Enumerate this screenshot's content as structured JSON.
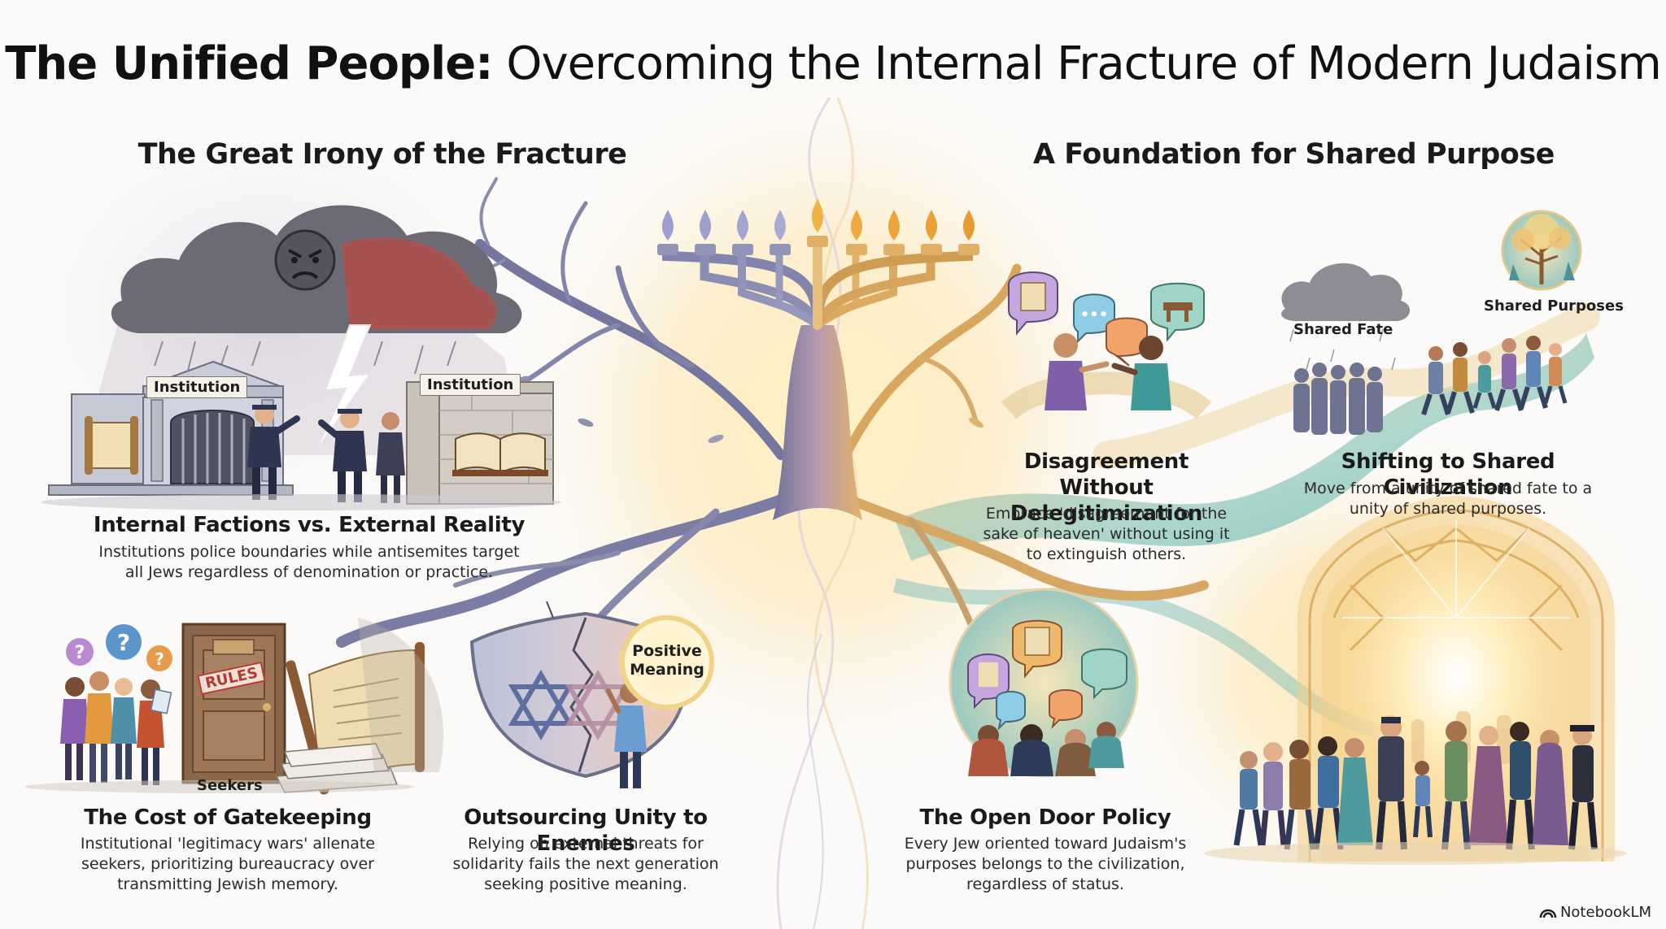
{
  "title": {
    "bold": "The Unified People:",
    "rest": " Overcoming the Internal Fracture of Modern Judaism"
  },
  "left_section": {
    "title": "The Great Irony of the Fracture",
    "institution_label_1": "Institution",
    "institution_label_2": "Institution",
    "factions": {
      "heading": "Internal Factions vs. External Reality",
      "body": "Institutions police boundaries while antisemites target all Jews regardless of denomination or practice."
    },
    "gatekeeping": {
      "rules_label": "RULES",
      "seekers_label": "Seekers",
      "heading": "The Cost of Gatekeeping",
      "body": "Institutional 'legitimacy wars' allenate seekers, prioritizing bureaucracy over transmitting Jewish memory."
    },
    "outsourcing": {
      "bubble": "Positive Meaning",
      "heading": "Outsourcing Unity to Enemies",
      "body": "Relying on external threats for solidarity fails the next generation seeking positive meaning."
    }
  },
  "right_section": {
    "title": "A Foundation for Shared Purpose",
    "disagreement": {
      "heading": "Disagreement Without Delegitimization",
      "body": "Embrace 'disagreement for the sake of heaven' without using it to extinguish others."
    },
    "shifting": {
      "shared_fate_label": "Shared Fate",
      "shared_purposes_label": "Shared Purposes",
      "heading": "Shifting to Shared Civilization",
      "body": "Move from a unity of shared fate to a unity of shared purposes."
    },
    "open_door": {
      "heading": "The Open Door Policy",
      "body": "Every Jew oriented toward Judaism's purposes belongs to the civilization, regardless of status."
    }
  },
  "brand": "NotebookLM",
  "colors": {
    "storm": "#6c6a74",
    "danger": "#c9463c",
    "left_tree": "#7d7fa3",
    "right_tree": "#d9a760",
    "teal": "#5fa8a3",
    "flame_left": "#8d91c0",
    "flame_right": "#e6a23b",
    "glow": "#fff3c9"
  },
  "icons": [
    "angry-face-icon",
    "lightning-icon",
    "scroll-icon",
    "book-icon",
    "question-icon",
    "shield-icon",
    "star-of-david-icon",
    "menorah-icon",
    "tree-icon",
    "chat-icon",
    "notebooklm-logo-icon"
  ]
}
